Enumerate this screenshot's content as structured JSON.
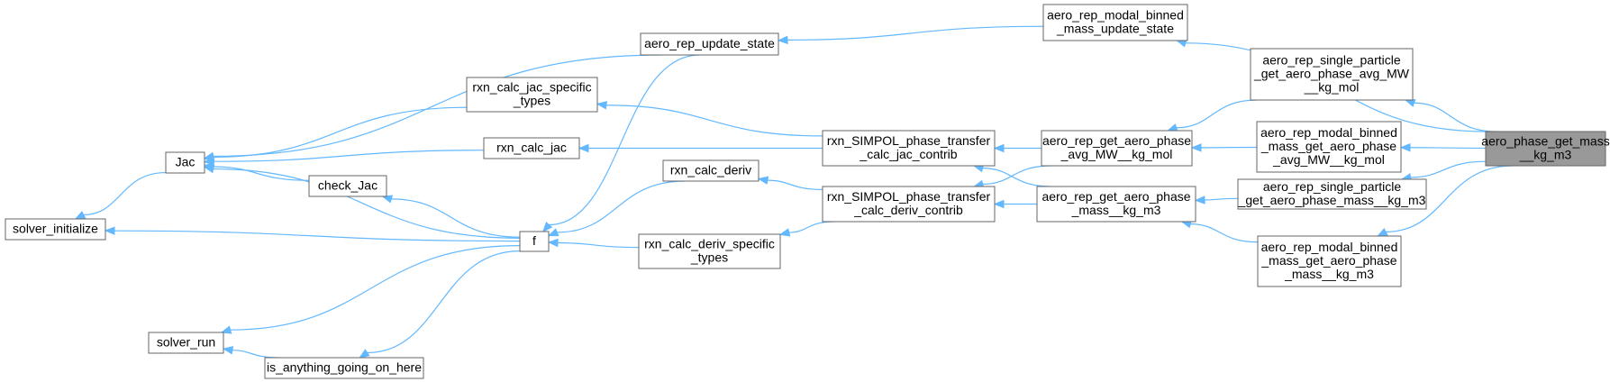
{
  "colors": {
    "edge": "#63b8ff",
    "node_border": "#666666",
    "node_fill": "#ffffff",
    "focus_fill": "#999999"
  },
  "nodes": [
    {
      "id": "aero_phase_get_mass",
      "lines": [
        "aero_phase_get_mass",
        "__kg_m3"
      ],
      "focus": true
    },
    {
      "id": "aero_rep_modal_binned_mass_update_state",
      "lines": [
        "aero_rep_modal_binned",
        "_mass_update_state"
      ]
    },
    {
      "id": "aero_rep_single_particle_get_aero_phase_avg_MW",
      "lines": [
        "aero_rep_single_particle",
        "_get_aero_phase_avg_MW",
        "__kg_mol"
      ]
    },
    {
      "id": "aero_rep_modal_binned_mass_get_aero_phase_avg_MW",
      "lines": [
        "aero_rep_modal_binned",
        "_mass_get_aero_phase",
        "_avg_MW__kg_mol"
      ]
    },
    {
      "id": "aero_rep_single_particle_get_aero_phase_mass",
      "lines": [
        "aero_rep_single_particle",
        "_get_aero_phase_mass__kg_m3"
      ]
    },
    {
      "id": "aero_rep_modal_binned_mass_get_aero_phase_mass",
      "lines": [
        "aero_rep_modal_binned",
        "_mass_get_aero_phase",
        "_mass__kg_m3"
      ]
    },
    {
      "id": "aero_rep_update_state",
      "lines": [
        "aero_rep_update_state"
      ]
    },
    {
      "id": "aero_rep_get_aero_phase_avg_MW",
      "lines": [
        "aero_rep_get_aero_phase",
        "_avg_MW__kg_mol"
      ]
    },
    {
      "id": "aero_rep_get_aero_phase_mass",
      "lines": [
        "aero_rep_get_aero_phase",
        "_mass__kg_m3"
      ]
    },
    {
      "id": "rxn_SIMPOL_phase_transfer_calc_jac_contrib",
      "lines": [
        "rxn_SIMPOL_phase_transfer",
        "_calc_jac_contrib"
      ]
    },
    {
      "id": "rxn_SIMPOL_phase_transfer_calc_deriv_contrib",
      "lines": [
        "rxn_SIMPOL_phase_transfer",
        "_calc_deriv_contrib"
      ]
    },
    {
      "id": "rxn_calc_jac_specific_types",
      "lines": [
        "rxn_calc_jac_specific",
        "_types"
      ]
    },
    {
      "id": "rxn_calc_jac",
      "lines": [
        "rxn_calc_jac"
      ]
    },
    {
      "id": "rxn_calc_deriv",
      "lines": [
        "rxn_calc_deriv"
      ]
    },
    {
      "id": "rxn_calc_deriv_specific_types",
      "lines": [
        "rxn_calc_deriv_specific",
        "_types"
      ]
    },
    {
      "id": "Jac",
      "lines": [
        "Jac"
      ]
    },
    {
      "id": "check_Jac",
      "lines": [
        "check_Jac"
      ]
    },
    {
      "id": "f",
      "lines": [
        "f"
      ]
    },
    {
      "id": "solver_initialize",
      "lines": [
        "solver_initialize"
      ]
    },
    {
      "id": "solver_run",
      "lines": [
        "solver_run"
      ]
    },
    {
      "id": "is_anything_going_on_here",
      "lines": [
        "is_anything_going_on_here"
      ]
    }
  ],
  "edges": [
    {
      "from": "aero_rep_modal_binned_mass_update_state",
      "to": "aero_phase_get_mass"
    },
    {
      "from": "aero_rep_single_particle_get_aero_phase_avg_MW",
      "to": "aero_phase_get_mass"
    },
    {
      "from": "aero_rep_modal_binned_mass_get_aero_phase_avg_MW",
      "to": "aero_phase_get_mass"
    },
    {
      "from": "aero_rep_single_particle_get_aero_phase_mass",
      "to": "aero_phase_get_mass"
    },
    {
      "from": "aero_rep_modal_binned_mass_get_aero_phase_mass",
      "to": "aero_phase_get_mass"
    },
    {
      "from": "aero_rep_update_state",
      "to": "aero_rep_modal_binned_mass_update_state"
    },
    {
      "from": "aero_rep_get_aero_phase_avg_MW",
      "to": "aero_rep_single_particle_get_aero_phase_avg_MW"
    },
    {
      "from": "aero_rep_get_aero_phase_avg_MW",
      "to": "aero_rep_modal_binned_mass_get_aero_phase_avg_MW"
    },
    {
      "from": "aero_rep_get_aero_phase_mass",
      "to": "aero_rep_single_particle_get_aero_phase_mass"
    },
    {
      "from": "aero_rep_get_aero_phase_mass",
      "to": "aero_rep_modal_binned_mass_get_aero_phase_mass"
    },
    {
      "from": "rxn_SIMPOL_phase_transfer_calc_jac_contrib",
      "to": "aero_rep_get_aero_phase_avg_MW"
    },
    {
      "from": "rxn_SIMPOL_phase_transfer_calc_jac_contrib",
      "to": "aero_rep_get_aero_phase_mass"
    },
    {
      "from": "rxn_SIMPOL_phase_transfer_calc_deriv_contrib",
      "to": "aero_rep_get_aero_phase_avg_MW"
    },
    {
      "from": "rxn_SIMPOL_phase_transfer_calc_deriv_contrib",
      "to": "aero_rep_get_aero_phase_mass"
    },
    {
      "from": "rxn_calc_jac_specific_types",
      "to": "rxn_SIMPOL_phase_transfer_calc_jac_contrib"
    },
    {
      "from": "rxn_calc_jac",
      "to": "rxn_SIMPOL_phase_transfer_calc_jac_contrib"
    },
    {
      "from": "rxn_calc_deriv",
      "to": "rxn_SIMPOL_phase_transfer_calc_deriv_contrib"
    },
    {
      "from": "rxn_calc_deriv_specific_types",
      "to": "rxn_SIMPOL_phase_transfer_calc_deriv_contrib"
    },
    {
      "from": "Jac",
      "to": "aero_rep_update_state"
    },
    {
      "from": "Jac",
      "to": "rxn_calc_jac_specific_types"
    },
    {
      "from": "Jac",
      "to": "rxn_calc_jac"
    },
    {
      "from": "Jac",
      "to": "check_Jac"
    },
    {
      "from": "Jac",
      "to": "f"
    },
    {
      "from": "check_Jac",
      "to": "f"
    },
    {
      "from": "f",
      "to": "aero_rep_update_state"
    },
    {
      "from": "f",
      "to": "rxn_calc_deriv"
    },
    {
      "from": "f",
      "to": "rxn_calc_deriv_specific_types"
    },
    {
      "from": "solver_initialize",
      "to": "Jac"
    },
    {
      "from": "solver_initialize",
      "to": "f"
    },
    {
      "from": "solver_run",
      "to": "f"
    },
    {
      "from": "solver_run",
      "to": "is_anything_going_on_here"
    },
    {
      "from": "is_anything_going_on_here",
      "to": "f"
    }
  ]
}
